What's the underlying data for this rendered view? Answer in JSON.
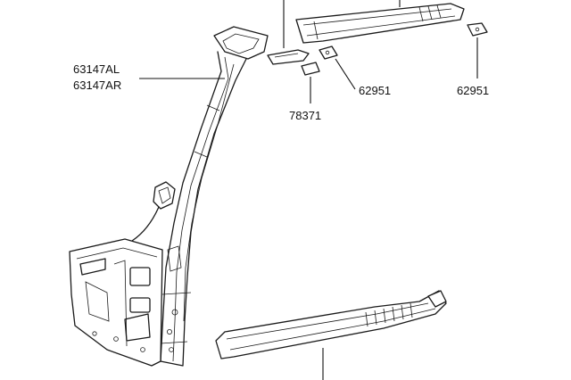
{
  "labels": {
    "pillar_left": "63147AL",
    "pillar_right": "63147AR",
    "gusset_a": "62951",
    "gusset_b": "62951",
    "pad": "78371"
  },
  "colors": {
    "ink": "#1a1a1a",
    "paper": "#ffffff"
  }
}
